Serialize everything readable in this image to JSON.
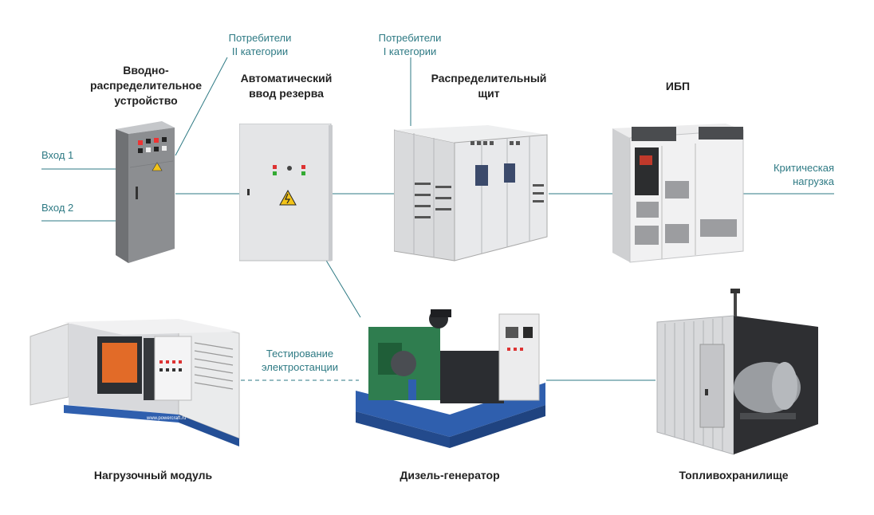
{
  "colors": {
    "line": "#2e7a84",
    "label_text": "#2e7a84",
    "title_text": "#222222",
    "cabinet_light": "#e6e7e9",
    "cabinet_dark": "#8a8c8f",
    "generator_frame": "#2f5fae",
    "engine_green": "#2f7d4f",
    "warning_yellow": "#f2c318"
  },
  "components": {
    "input_switchgear": {
      "title": "Вводно-\nраспределительное\nустройство",
      "icon": "switchgear-cabinet-icon"
    },
    "ats": {
      "title": "Автоматический\nввод резерва",
      "icon": "ats-cabinet-icon"
    },
    "distribution_board": {
      "title": "Распределительный\nщит",
      "icon": "distribution-board-icon"
    },
    "ups": {
      "title": "ИБП",
      "icon": "ups-cabinet-icon"
    },
    "load_module": {
      "title": "Нагрузочный модуль",
      "icon": "load-bank-icon"
    },
    "diesel_generator": {
      "title": "Дизель-генератор",
      "icon": "diesel-generator-icon"
    },
    "fuel_storage": {
      "title": "Топливохранилище",
      "icon": "fuel-tank-container-icon"
    }
  },
  "labels": {
    "input1": "Вход 1",
    "input2": "Вход 2",
    "consumers_cat2": "Потребители\nII категории",
    "consumers_cat1": "Потребители\nI категории",
    "critical_load": "Критическая\nнагрузка",
    "testing": "Тестирование\nэлектростанции"
  },
  "load_module_site": "www.powercraft.ru"
}
